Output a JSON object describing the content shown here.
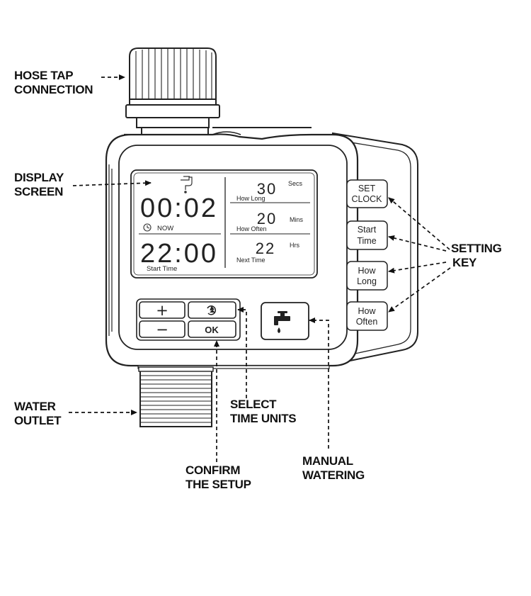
{
  "callouts": {
    "hose_tap": [
      "HOSE TAP",
      "CONNECTION"
    ],
    "display": [
      "DISPLAY",
      "SCREEN"
    ],
    "water_outlet": [
      "WATER",
      "OUTLET"
    ],
    "setting_key": [
      "SETTING",
      "KEY"
    ],
    "select_units": [
      "SELECT",
      "TIME UNITS"
    ],
    "confirm": [
      "CONFIRM",
      "THE SETUP"
    ],
    "manual": [
      "MANUAL",
      "WATERING"
    ]
  },
  "display": {
    "main_time": "00:02",
    "now_label": "NOW",
    "start_time": "22:00",
    "start_label": "Start Time",
    "how_long_value": "30",
    "how_long_unit": "Secs",
    "how_long_label": "How Long",
    "how_often_value": "20",
    "how_often_unit": "Mins",
    "how_often_label": "How Often",
    "next_time_value": "22",
    "next_time_unit": "Hrs",
    "next_time_label": "Next Time"
  },
  "side_keys": [
    [
      "SET",
      "CLOCK"
    ],
    [
      "Start",
      "Time"
    ],
    [
      "How",
      "Long"
    ],
    [
      "How",
      "Often"
    ]
  ],
  "front_keys": {
    "plus": "+",
    "minus": "−",
    "ok": "OK"
  },
  "icons": [
    "faucet-icon",
    "clock-icon",
    "select-units-icon",
    "manual-watering-icon"
  ],
  "colors": {
    "line": "#222222",
    "lcd_bg": "#ffffff",
    "body": "#ffffff"
  }
}
